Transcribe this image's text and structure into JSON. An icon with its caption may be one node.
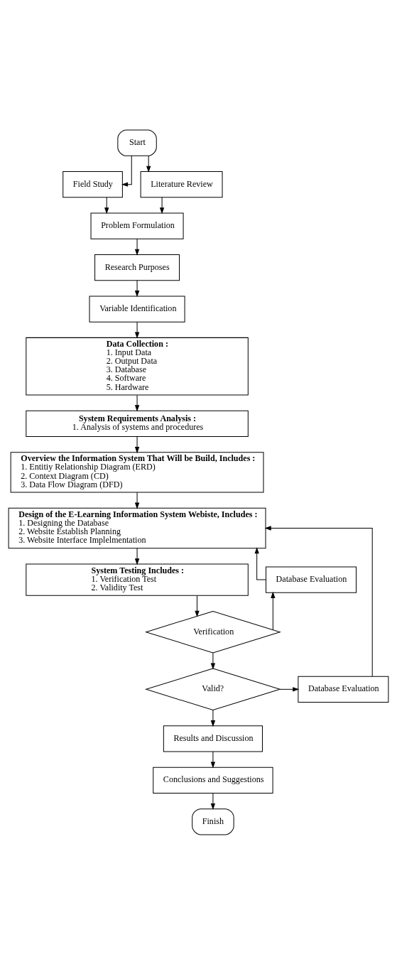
{
  "diagram": {
    "nodes": [
      {
        "text": [
          "Start"
        ]
      },
      {
        "text": [
          "Field Study"
        ]
      },
      {
        "text": [
          "Literature Review"
        ]
      },
      {
        "text": [
          "Problem Formulation"
        ]
      },
      {
        "text": [
          "Research Purposes"
        ]
      },
      {
        "text": [
          "Variable Identification"
        ]
      },
      {
        "text": [
          "Data Collection :",
          "1. Input Data",
          "2. Output Data",
          "3. Database",
          "4. Software",
          "5. Hardware"
        ]
      },
      {
        "text": [
          "System Requirements Analysis :",
          "1. Analysis of systems and procedures"
        ]
      },
      {
        "text": [
          "Overview the Information System That Will be Build, Includes :",
          "1. Entitiy Relationship Diagram (ERD)",
          "2. Context Diagram (CD)",
          "3. Data Flow Diagram (DFD)"
        ]
      },
      {
        "text": [
          "Design of the E-Learning Information System Webiste, Includes :",
          "1. Designing the Database",
          "2. Website Establish Planning",
          "3. Website Interface Implelmentation"
        ]
      },
      {
        "text": [
          "System Testing Includes :",
          "1. Verification Test",
          "2. Validity Test"
        ]
      },
      {
        "text": [
          "Verification"
        ]
      },
      {
        "text": [
          "Valid?"
        ]
      },
      {
        "text": [
          "Database Evaluation"
        ]
      },
      {
        "text": [
          "Database Evaluation"
        ]
      },
      {
        "text": [
          "Results and Discussion"
        ]
      },
      {
        "text": [
          "Conclusions and Suggestions"
        ]
      },
      {
        "text": [
          "Finish"
        ]
      }
    ],
    "edges": [
      {
        "from": 0,
        "to": 1,
        "arrow": "to"
      },
      {
        "from": 0,
        "to": 2,
        "arrow": "to"
      },
      {
        "from": 1,
        "to": 3,
        "arrow": "to"
      },
      {
        "from": 2,
        "to": 3,
        "arrow": "to"
      },
      {
        "from": 3,
        "to": 4,
        "arrow": "to"
      },
      {
        "from": 4,
        "to": 5,
        "arrow": "to"
      },
      {
        "from": 5,
        "to": 6,
        "arrow": "to"
      },
      {
        "from": 6,
        "to": 7,
        "arrow": "to"
      },
      {
        "from": 7,
        "to": 8,
        "arrow": "to"
      },
      {
        "from": 8,
        "to": 9,
        "arrow": "to"
      },
      {
        "from": 9,
        "to": 10,
        "arrow": "to"
      },
      {
        "from": 10,
        "to": 11,
        "arrow": "to"
      },
      {
        "from": 11,
        "to": 12,
        "arrow": "to"
      },
      {
        "from": 11,
        "to": 13,
        "arrow": "to"
      },
      {
        "from": 13,
        "to": 9,
        "arrow": "to"
      },
      {
        "from": 12,
        "to": 14,
        "arrow": "to"
      },
      {
        "from": 14,
        "to": 9,
        "arrow": "to"
      },
      {
        "from": 12,
        "to": 15,
        "arrow": "to"
      },
      {
        "from": 15,
        "to": 16,
        "arrow": "to"
      },
      {
        "from": 16,
        "to": 17,
        "arrow": "to"
      }
    ]
  }
}
